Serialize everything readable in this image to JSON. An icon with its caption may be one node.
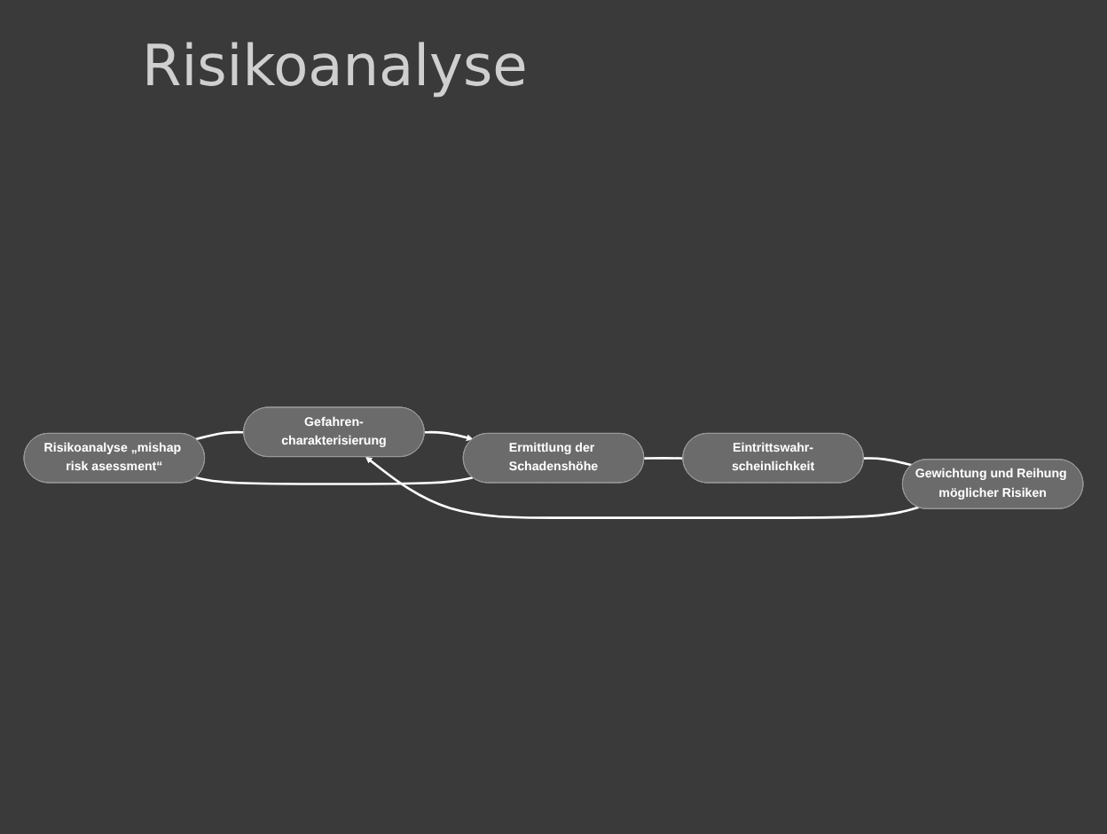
{
  "diagram": {
    "title": "Risikoanalyse",
    "nodes": [
      {
        "text": [
          "Gefahren-charakterisierung"
        ]
      },
      {
        "text": [
          "Gewichtung und Reihung möglicher Risiken"
        ]
      },
      {
        "text": [
          "Risikoanalyse „mishap risk asessment“"
        ]
      },
      {
        "text": [
          "Ermittlung der Schadenshöhe"
        ]
      },
      {
        "text": [
          "Eintrittswahr-scheinlichkeit"
        ]
      }
    ],
    "edges": [
      {
        "from": 0,
        "to": 3,
        "arrow": "to"
      },
      {
        "from": 3,
        "to": 4,
        "arrow": "none"
      },
      {
        "from": 4,
        "to": 1,
        "arrow": "none"
      },
      {
        "from": 1,
        "to": 0,
        "arrow": "to"
      },
      {
        "from": 2,
        "to": 0,
        "arrow": "none"
      },
      {
        "from": 2,
        "to": 3,
        "arrow": "none"
      }
    ]
  }
}
